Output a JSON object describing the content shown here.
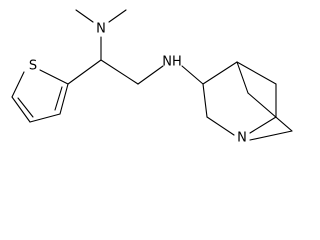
{
  "structure": {
    "atoms": {
      "amine_n": "N",
      "linker_nh": "NH",
      "thiophene_s": "S",
      "quinuclidine_n": "N"
    },
    "colors": {
      "bond": "#000000",
      "label": "#000000",
      "background": "#ffffff"
    }
  }
}
